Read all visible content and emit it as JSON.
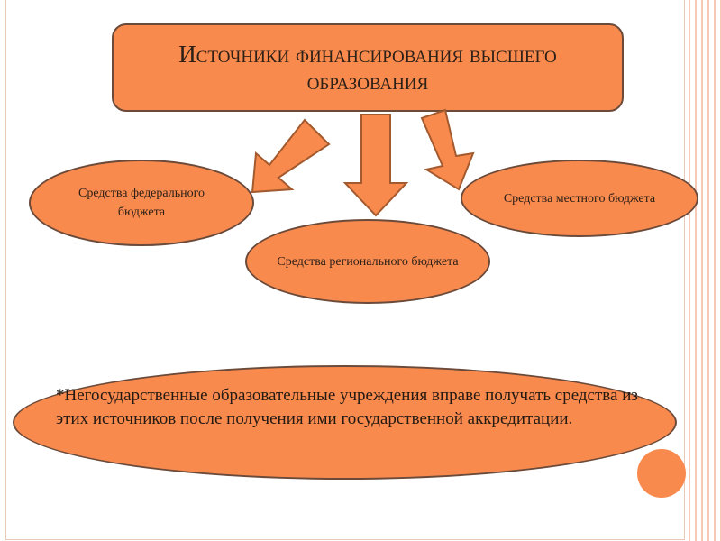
{
  "title": "Источники финансирования высшего образования",
  "nodes": {
    "federal": "Средства федерального бюджета",
    "regional": "Средства регионального бюджета",
    "local": "Средства местного бюджета"
  },
  "note": "*Негосударственные образовательные учреждения вправе получать средства из этих источников после получения ими государственной аккредитации.",
  "colors": {
    "shape_fill": "#f98a4e",
    "shape_border": "#6b4a3a",
    "arrow_fill": "#f98a4e",
    "arrow_border": "#a35a2e",
    "side_stripes": "#f6c9b4"
  }
}
